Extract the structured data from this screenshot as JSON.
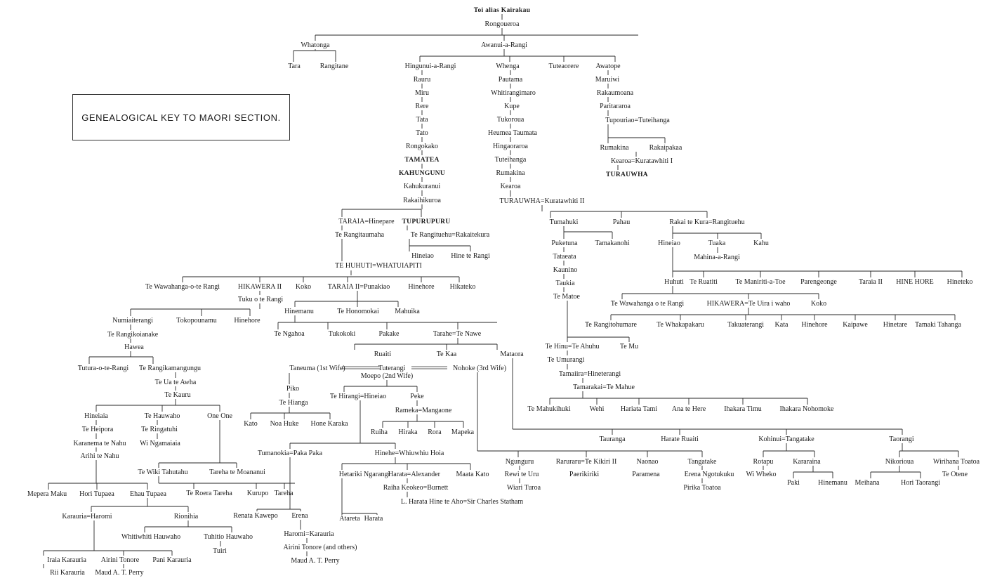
{
  "title": "GENEALOGICAL KEY TO MAORI SECTION.",
  "nodes": [
    {
      "id": "toi",
      "label": "Toi alias Kairakau",
      "emph": true
    },
    {
      "id": "rongoueroa",
      "label": "Rongoueroa"
    },
    {
      "id": "whatonga",
      "label": "Whatonga"
    },
    {
      "id": "awanui",
      "label": "Awanui-a-Rangi"
    },
    {
      "id": "tara",
      "label": "Tara"
    },
    {
      "id": "rangitane",
      "label": "Rangitane"
    },
    {
      "id": "hingunui",
      "label": "Hingunui-a-Rangi"
    },
    {
      "id": "whenga",
      "label": "Whenga"
    },
    {
      "id": "tuteaorere",
      "label": "Tuteaorere"
    },
    {
      "id": "awatope",
      "label": "Awatope"
    },
    {
      "id": "rauru",
      "label": "Rauru"
    },
    {
      "id": "miru",
      "label": "Miru"
    },
    {
      "id": "rere",
      "label": "Rere"
    },
    {
      "id": "tata",
      "label": "Tata"
    },
    {
      "id": "tato",
      "label": "Tato"
    },
    {
      "id": "rongokako",
      "label": "Rongokako"
    },
    {
      "id": "tamatea",
      "label": "TAMATEA",
      "emph": true
    },
    {
      "id": "kahungunu",
      "label": "KAHUNGUNU",
      "emph": true
    },
    {
      "id": "kahukuranui",
      "label": "Kahukuranui"
    },
    {
      "id": "rakaihikuroa",
      "label": "Rakaihikuroa"
    },
    {
      "id": "pautama",
      "label": "Pautama"
    },
    {
      "id": "whitirangimaro",
      "label": "Whitirangimaro"
    },
    {
      "id": "kupe",
      "label": "Kupe"
    },
    {
      "id": "tukoroua",
      "label": "Tukoroua"
    },
    {
      "id": "heumea",
      "label": "Heumea Taumata"
    },
    {
      "id": "hingaoraroa",
      "label": "Hingaoraroa"
    },
    {
      "id": "tuteihanga_l",
      "label": "Tuteihanga"
    },
    {
      "id": "rumakina_l",
      "label": "Rumakina"
    },
    {
      "id": "kearoa_l",
      "label": "Kearoa"
    },
    {
      "id": "turauwha2",
      "label": "TURAUWHA=Kuratawhiti II"
    },
    {
      "id": "maruiwi",
      "label": "Maruiwi"
    },
    {
      "id": "rakaumoana",
      "label": "Rakaumoana"
    },
    {
      "id": "paritararoa",
      "label": "Paritararoa"
    },
    {
      "id": "tupouriao",
      "label": "Tupouriao=Tuteihanga"
    },
    {
      "id": "rumakina_r",
      "label": "Rumakina"
    },
    {
      "id": "rakaipakaa",
      "label": "Rakaipakaa"
    },
    {
      "id": "kearoa_r",
      "label": "Kearoa=Kuratawhiti I"
    },
    {
      "id": "turauwha1",
      "label": "TURAUWHA",
      "emph": true
    },
    {
      "id": "taraia",
      "label": "TARAIA=Hinepare"
    },
    {
      "id": "tupurupuru",
      "label": "TUPURUPURU",
      "emph": true
    },
    {
      "id": "terangitaumaha",
      "label": "Te Rangitaumaha"
    },
    {
      "id": "terangituehu",
      "label": "Te Rangituehu=Rakaitekura"
    },
    {
      "id": "hineiao_a",
      "label": "Hineiao"
    },
    {
      "id": "hineterangi_a",
      "label": "Hine te Rangi"
    },
    {
      "id": "tehuhuti",
      "label": "TE HUHUTI=WHATUIAPITI"
    },
    {
      "id": "tewawahanga1",
      "label": "Te Wawahanga-o-te Rangi"
    },
    {
      "id": "hikawera2",
      "label": "HIKAWERA II"
    },
    {
      "id": "koko1",
      "label": "Koko"
    },
    {
      "id": "taraia2",
      "label": "TARAIA II=Punakiao"
    },
    {
      "id": "hinehore1",
      "label": "Hinehore"
    },
    {
      "id": "hikateko1",
      "label": "Hikateko"
    },
    {
      "id": "tuku",
      "label": "Tuku o te Rangi"
    },
    {
      "id": "numia",
      "label": "Numiaiterangi"
    },
    {
      "id": "tokopounamu",
      "label": "Tokopounamu"
    },
    {
      "id": "hinehore2",
      "label": "Hinehore"
    },
    {
      "id": "terangikoianake",
      "label": "Te Rangikoianake"
    },
    {
      "id": "hawea",
      "label": "Hawea"
    },
    {
      "id": "tutura",
      "label": "Tutura-o-te-Rangi"
    },
    {
      "id": "terangikamangungu",
      "label": "Te Rangikamangungu"
    },
    {
      "id": "teuateawha",
      "label": "Te Ua te Awha"
    },
    {
      "id": "tekauru",
      "label": "Te Kauru"
    },
    {
      "id": "hineiaia",
      "label": "Hineiaia"
    },
    {
      "id": "tehauwaho1",
      "label": "Te Hauwaho"
    },
    {
      "id": "oneone",
      "label": "One One"
    },
    {
      "id": "teheipora",
      "label": "Te Heipora"
    },
    {
      "id": "teringatuhi",
      "label": "Te Ringatuhi"
    },
    {
      "id": "karanema",
      "label": "Karanema te Nahu"
    },
    {
      "id": "wingamaiaia",
      "label": "Wi Ngamaiaia"
    },
    {
      "id": "arihi",
      "label": "Arihi te Nahu"
    },
    {
      "id": "tewiki",
      "label": "Te Wiki Tahutahu"
    },
    {
      "id": "tareha_m",
      "label": "Tareha te Moananui"
    },
    {
      "id": "mepera",
      "label": "Mepera Maku"
    },
    {
      "id": "horitupaea1",
      "label": "Hori Tupaea"
    },
    {
      "id": "ehau",
      "label": "Ehau Tupaea"
    },
    {
      "id": "teroera",
      "label": "Te Roera Tareha"
    },
    {
      "id": "kurupo",
      "label": "Kurupo"
    },
    {
      "id": "tareha2",
      "label": "Tareha"
    },
    {
      "id": "karauria_h",
      "label": "Karauria=Haromi"
    },
    {
      "id": "rionihia",
      "label": "Rionihia"
    },
    {
      "id": "whitiwhiti",
      "label": "Whitiwhiti Hauwaho"
    },
    {
      "id": "tuhitio",
      "label": "Tuhitio Hauwaho"
    },
    {
      "id": "tuiri",
      "label": "Tuiri"
    },
    {
      "id": "iraia",
      "label": "Iraia Karauria"
    },
    {
      "id": "airini1",
      "label": "Airini Tonore"
    },
    {
      "id": "pani",
      "label": "Pani Karauria"
    },
    {
      "id": "rii",
      "label": "Rii Karauria"
    },
    {
      "id": "maud1",
      "label": "Maud A. T. Perry"
    },
    {
      "id": "hinemanu1",
      "label": "Hinemanu"
    },
    {
      "id": "tehonomokai",
      "label": "Te Honomokai"
    },
    {
      "id": "mahuika",
      "label": "Mahuika"
    },
    {
      "id": "tengahoa",
      "label": "Te Ngahoa"
    },
    {
      "id": "tukokoki",
      "label": "Tukokoki"
    },
    {
      "id": "pakake",
      "label": "Pakake"
    },
    {
      "id": "tarahe",
      "label": "Tarahe=Te Nawe"
    },
    {
      "id": "ruaiti",
      "label": "Ruaiti"
    },
    {
      "id": "tekaa",
      "label": "Te Kaa"
    },
    {
      "id": "mataora",
      "label": "Mataora"
    },
    {
      "id": "taneuma",
      "label": "Taneuma (1st Wife)"
    },
    {
      "id": "tuterangi",
      "label": "Tuterangi"
    },
    {
      "id": "nohoke",
      "label": "Nohoke (3rd Wife)"
    },
    {
      "id": "moepo",
      "label": "Moepo (2nd Wife)"
    },
    {
      "id": "piko",
      "label": "Piko"
    },
    {
      "id": "tehianga",
      "label": "Te Hianga"
    },
    {
      "id": "tehirangi",
      "label": "Te Hirangi=Hineiao"
    },
    {
      "id": "peke",
      "label": "Peke"
    },
    {
      "id": "rameka",
      "label": "Rameka=Mangaone"
    },
    {
      "id": "kato1",
      "label": "Kato"
    },
    {
      "id": "noahuke",
      "label": "Noa Huke"
    },
    {
      "id": "honekaraka",
      "label": "Hone Karaka"
    },
    {
      "id": "ruiha",
      "label": "Ruiha"
    },
    {
      "id": "hiraka",
      "label": "Hiraka"
    },
    {
      "id": "rora",
      "label": "Rora"
    },
    {
      "id": "mapeka",
      "label": "Mapeka"
    },
    {
      "id": "tumanokia",
      "label": "Tumanokia=Paka Paka"
    },
    {
      "id": "hinehe",
      "label": "Hinehe=Whiuwhiu Hoia"
    },
    {
      "id": "renata",
      "label": "Renata Kawepo"
    },
    {
      "id": "erena",
      "label": "Erena"
    },
    {
      "id": "hetariki",
      "label": "Hetariki Ngarangi"
    },
    {
      "id": "harata_a",
      "label": "Harata=Alexander"
    },
    {
      "id": "maatakato",
      "label": "Maata Kato"
    },
    {
      "id": "raiha",
      "label": "Raiha Keokeo=Burnett"
    },
    {
      "id": "lharata",
      "label": "L. Harata Hine te Aho=Sir Charles Statham"
    },
    {
      "id": "atareta",
      "label": "Atareta"
    },
    {
      "id": "harata2",
      "label": "Harata"
    },
    {
      "id": "haromi_k",
      "label": "Haromi=Karauria"
    },
    {
      "id": "airini2",
      "label": "Airini Tonore (and others)"
    },
    {
      "id": "maud2",
      "label": "Maud A. T. Perry"
    },
    {
      "id": "tumahuki",
      "label": "Tumahuki"
    },
    {
      "id": "pahau",
      "label": "Pahau"
    },
    {
      "id": "rakaitekura",
      "label": "Rakai te Kura=Rangituehu"
    },
    {
      "id": "puketuna",
      "label": "Puketuna"
    },
    {
      "id": "tamakanohi",
      "label": "Tamakanohi"
    },
    {
      "id": "hineiao_b",
      "label": "Hineiao"
    },
    {
      "id": "tuaka",
      "label": "Tuaka"
    },
    {
      "id": "kahu",
      "label": "Kahu"
    },
    {
      "id": "mahina",
      "label": "Mahina-a-Rangi"
    },
    {
      "id": "tataeata",
      "label": "Tataeata"
    },
    {
      "id": "kaunino",
      "label": "Kaunino"
    },
    {
      "id": "taukia",
      "label": "Taukia"
    },
    {
      "id": "tematoe",
      "label": "Te Matoe"
    },
    {
      "id": "huhuti2",
      "label": "Huhuti"
    },
    {
      "id": "teruatiti",
      "label": "Te Ruatiti"
    },
    {
      "id": "temaniriti",
      "label": "Te Maniriti-a-Toe"
    },
    {
      "id": "parengeonge",
      "label": "Parengeonge"
    },
    {
      "id": "taraia3",
      "label": "Taraia II"
    },
    {
      "id": "hinehore3",
      "label": "HINE HORE"
    },
    {
      "id": "hineteko",
      "label": "Hineteko"
    },
    {
      "id": "tewawahanga2",
      "label": "Te Wawahanga o te Rangi"
    },
    {
      "id": "hikawera3",
      "label": "HIKAWERA=Te Uira i waho"
    },
    {
      "id": "koko2",
      "label": "Koko"
    },
    {
      "id": "terangitohumare",
      "label": "Te Rangitohumare"
    },
    {
      "id": "tewhakapakaru",
      "label": "Te Whakapakaru"
    },
    {
      "id": "takuaterangi",
      "label": "Takuaterangi"
    },
    {
      "id": "kata",
      "label": "Kata"
    },
    {
      "id": "hinehore4",
      "label": "Hinehore"
    },
    {
      "id": "kaipawe",
      "label": "Kaipawe"
    },
    {
      "id": "hinetare",
      "label": "Hinetare"
    },
    {
      "id": "tamaki",
      "label": "Tamaki Tahanga"
    },
    {
      "id": "tehinu",
      "label": "Te Hinu=Te Ahuhu"
    },
    {
      "id": "temu",
      "label": "Te Mu"
    },
    {
      "id": "teumurangi",
      "label": "Te Umurangi"
    },
    {
      "id": "tamaiira",
      "label": "Tamaiira=Hineterangi"
    },
    {
      "id": "tamarakai",
      "label": "Tamarakai=Te Mahue"
    },
    {
      "id": "temahukihuki",
      "label": "Te Mahukihuki"
    },
    {
      "id": "wehi",
      "label": "Wehi"
    },
    {
      "id": "hariata",
      "label": "Hariata Tami"
    },
    {
      "id": "anatehere",
      "label": "Ana te Here"
    },
    {
      "id": "ihakaratimu",
      "label": "Ihakara Timu"
    },
    {
      "id": "ihakaranoho",
      "label": "Ihakara Nohomoke"
    },
    {
      "id": "tauranga",
      "label": "Tauranga"
    },
    {
      "id": "harateruaiti",
      "label": "Harate Ruaiti"
    },
    {
      "id": "kohinui",
      "label": "Kohinui=Tangatake"
    },
    {
      "id": "taorangi",
      "label": "Taorangi"
    },
    {
      "id": "ngunguru",
      "label": "Ngunguru"
    },
    {
      "id": "raruraru",
      "label": "Raruraru=Te Kikiri II"
    },
    {
      "id": "naonao",
      "label": "Naonao"
    },
    {
      "id": "tangatake2",
      "label": "Tangatake"
    },
    {
      "id": "rewi",
      "label": "Rewi te Uru"
    },
    {
      "id": "paerikiriki",
      "label": "Paerikiriki"
    },
    {
      "id": "paramena",
      "label": "Paramena"
    },
    {
      "id": "erenangotukuku",
      "label": "Erena Ngotukuku"
    },
    {
      "id": "wiari",
      "label": "Wiari Turoa"
    },
    {
      "id": "pirika",
      "label": "Pirika Toatoa"
    },
    {
      "id": "rotapu",
      "label": "Rotapu"
    },
    {
      "id": "kararaina",
      "label": "Kararaina"
    },
    {
      "id": "wiwheko",
      "label": "Wi Wheko"
    },
    {
      "id": "paki",
      "label": "Paki"
    },
    {
      "id": "hinemanu2",
      "label": "Hinemanu"
    },
    {
      "id": "nikorioua",
      "label": "Nikorioua"
    },
    {
      "id": "wirihana",
      "label": "Wirihana Toatoa"
    },
    {
      "id": "teotene",
      "label": "Te Otene"
    },
    {
      "id": "meihana",
      "label": "Meihana"
    },
    {
      "id": "horitaorangi",
      "label": "Hori Taorangi"
    }
  ]
}
